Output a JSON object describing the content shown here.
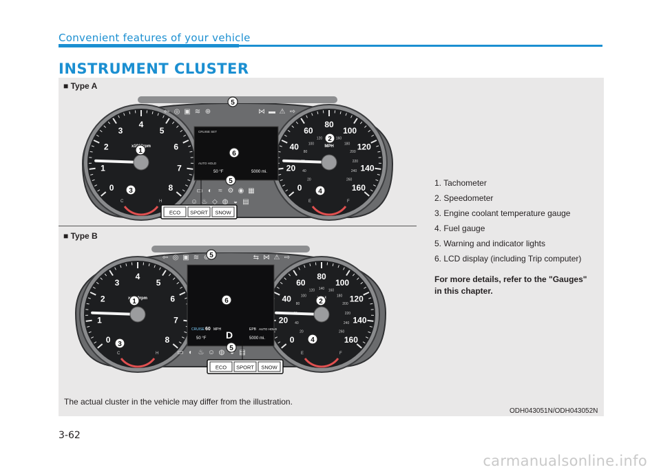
{
  "header": {
    "section": "Convenient features of your vehicle",
    "title": "INSTRUMENT CLUSTER"
  },
  "type_a": {
    "label": "■ Type A"
  },
  "type_b": {
    "label": "■ Type B"
  },
  "gauges": {
    "tach_ticks": [
      "0",
      "1",
      "2",
      "3",
      "4",
      "5",
      "6",
      "7",
      "8"
    ],
    "tach_unit": "x1000rpm",
    "speed_ticks": [
      "0",
      "20",
      "40",
      "60",
      "80",
      "100",
      "120",
      "140",
      "160"
    ],
    "speed_unit": "MPH",
    "km_ticks": [
      "20",
      "40",
      "60",
      "80",
      "100",
      "120",
      "140",
      "160",
      "180",
      "200",
      "220",
      "240",
      "260"
    ]
  },
  "lcd_a": {
    "cruise": "CRUISE SET",
    "auto_hold": "AUTO HOLD",
    "temp": "50 °F",
    "odo": "5000 mi."
  },
  "lcd_b": {
    "cruise": "CRUISE",
    "speed_set": "60",
    "speed_unit": "MPH",
    "temp": "50 °F",
    "odo": "5000 mi.",
    "gear": "D",
    "epb": "EPB",
    "auto_hold": "AUTO HOLD"
  },
  "modes": [
    "ECO",
    "SPORT",
    "SNOW"
  ],
  "callouts": [
    "1",
    "2",
    "3",
    "4",
    "5",
    "6"
  ],
  "legend": {
    "items": [
      "1. Tachometer",
      "2. Speedometer",
      "3. Engine coolant temperature gauge",
      "4. Fuel gauge",
      "5. Warning and indicator lights",
      "6. LCD display (including Trip computer)"
    ],
    "note": "For more details, refer to the \"Gauges\" in this chapter."
  },
  "footnote": "The actual cluster in the vehicle may differ from the illustration.",
  "image_code": "ODH043051N/ODH043052N",
  "page_number": "3-62",
  "watermark": "carmanualsonline.info",
  "colors": {
    "accent": "#1b8fd1",
    "panel": "#e9e8e8",
    "cluster_body": "#6b6c6e",
    "needle": "#ffffff"
  }
}
